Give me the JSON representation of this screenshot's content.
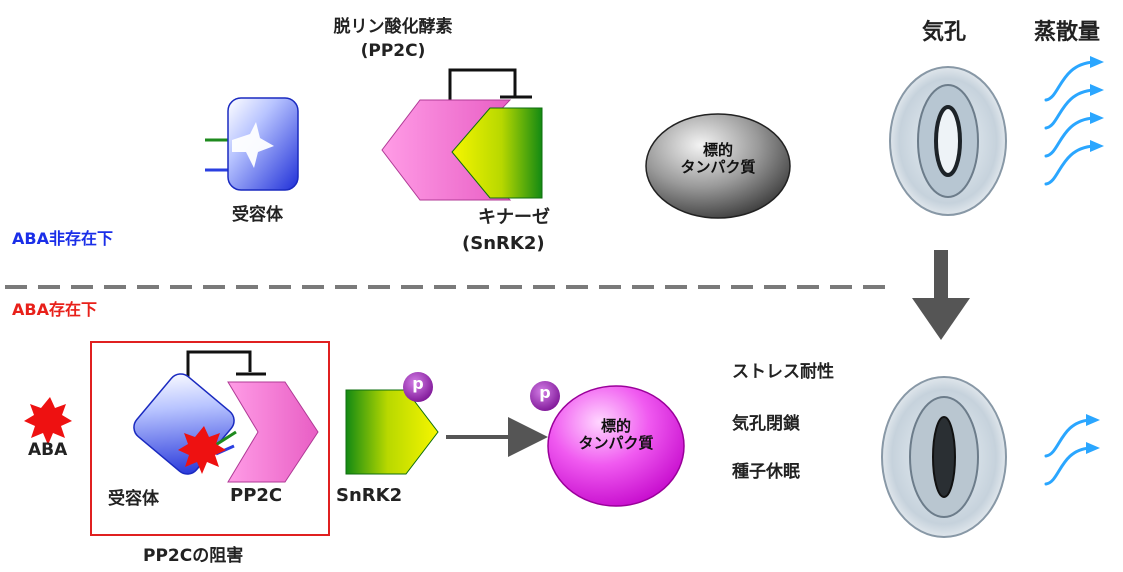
{
  "labels": {
    "phosphatase": "脱リン酸化酵素",
    "phosphatase_abbr": "(PP2C)",
    "receptor_top": "受容体",
    "kinase": "キナーゼ",
    "kinase_abbr": "(SnRK2)",
    "target_top": "標的\nタンパク質",
    "stomata": "気孔",
    "transpiration": "蒸散量",
    "aba_absent": "ABA非存在下",
    "aba_present": "ABA存在下",
    "aba": "ABA",
    "receptor_bottom": "受容体",
    "pp2c": "PP2C",
    "snrk2": "SnRK2",
    "target_bottom": "標的\nタンパク質",
    "p_badge": "p",
    "pp2c_inhibition": "PP2Cの阻害",
    "responses": [
      "ストレス耐性",
      "気孔閉鎖",
      "種子休眠"
    ]
  },
  "colors": {
    "receptor": "#2a3fe0",
    "phosphatase": "#f07ad0",
    "kinase_green": "#1a8a1a",
    "kinase_yellow": "#f4f400",
    "target_gray": "#555555",
    "target_magenta": "#e020e0",
    "p_badge": "#9b1fb0",
    "aba_star": "#ee1111",
    "aba_absent_text": "#1a2ee8",
    "aba_present_text": "#e8201a",
    "arrow_gray": "#555555",
    "transpiration_arrow": "#2aa6ff"
  }
}
